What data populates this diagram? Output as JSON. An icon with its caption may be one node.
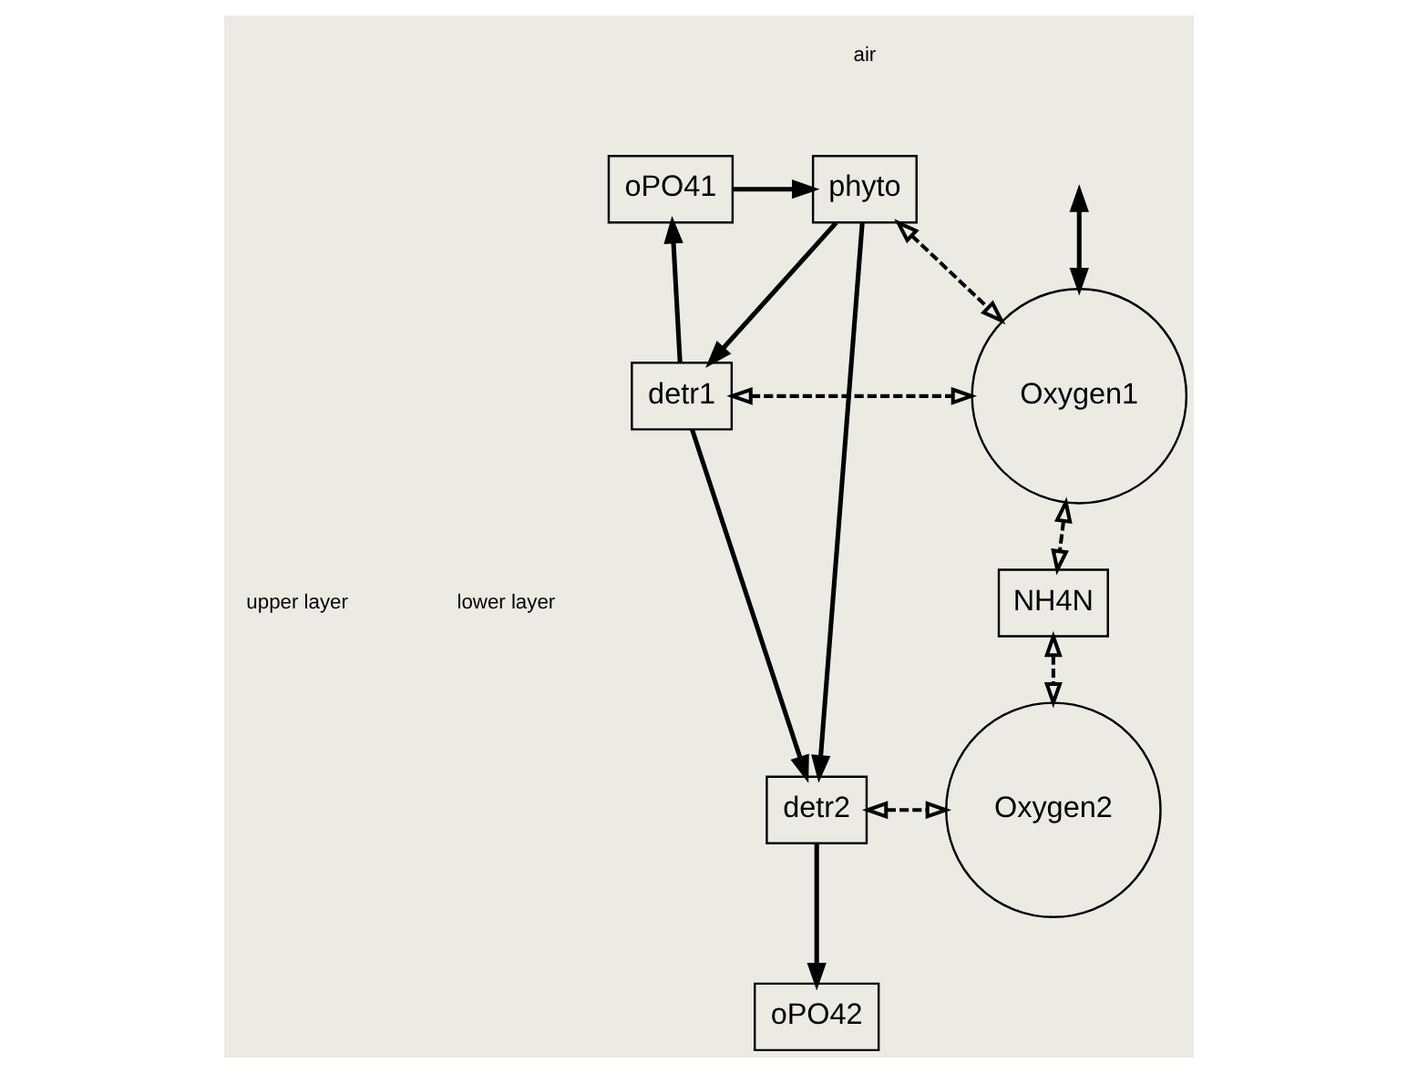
{
  "diagram": {
    "nodes": [
      {
        "text": [
          "phyto"
        ]
      },
      {
        "text": [
          "oPO41"
        ]
      },
      {
        "text": [
          "detr1"
        ]
      },
      {
        "text": [
          "Oxygen1"
        ]
      },
      {
        "text": [
          "NH4N"
        ]
      },
      {
        "text": [
          "detr2"
        ]
      },
      {
        "text": [
          "oPO42"
        ]
      },
      {
        "text": [
          "Oxygen2"
        ]
      }
    ],
    "edges": [
      {
        "from": 1,
        "to": 0,
        "arrow": "to"
      },
      {
        "from": 0,
        "to": 2,
        "arrow": "to"
      },
      {
        "from": 2,
        "to": 1,
        "arrow": "to"
      },
      {
        "from": 0,
        "to": 5,
        "arrow": "to"
      },
      {
        "from": 2,
        "to": 5,
        "arrow": "to"
      },
      {
        "from": 5,
        "to": 6,
        "arrow": "to"
      },
      {
        "from": 0,
        "to": 3,
        "arrow": "both",
        "style": "dashed"
      },
      {
        "from": 2,
        "to": 3,
        "arrow": "both",
        "style": "dashed"
      },
      {
        "from": 3,
        "to": 4,
        "arrow": "both",
        "style": "dashed"
      },
      {
        "from": 4,
        "to": 7,
        "arrow": "both",
        "style": "dashed"
      },
      {
        "from": 5,
        "to": 7,
        "arrow": "both",
        "style": "dashed"
      },
      {
        "from": null,
        "to": 3,
        "arrow": "both"
      }
    ],
    "labels": [
      "air",
      "upper layer",
      "lower layer"
    ]
  }
}
